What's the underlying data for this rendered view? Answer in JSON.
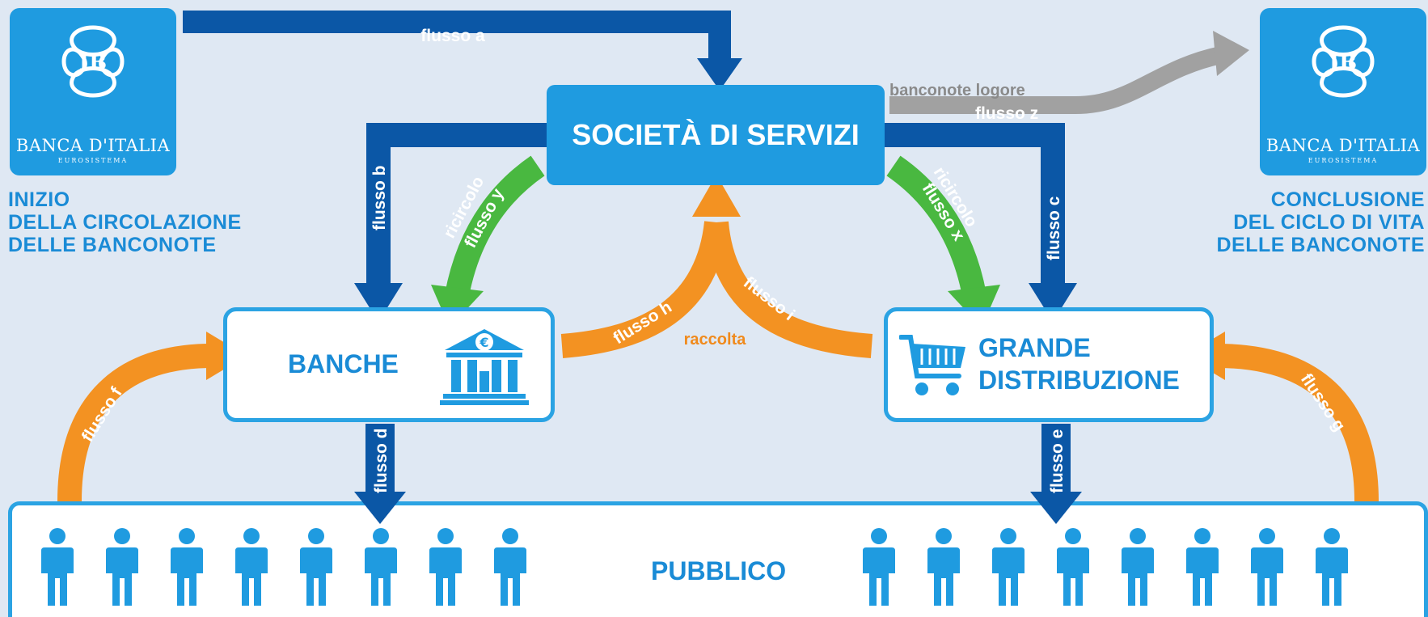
{
  "diagram": {
    "left_institution": {
      "name": "BANCA D'ITALIA",
      "subtitle": "EUROSISTEMA",
      "logo": "bank-of-italy-logo"
    },
    "right_institution": {
      "name": "BANCA D'ITALIA",
      "subtitle": "EUROSISTEMA",
      "logo": "bank-of-italy-logo"
    },
    "start_caption": [
      "INIZIO",
      "DELLA CIRCOLAZIONE",
      "DELLE BANCONOTE"
    ],
    "end_caption": [
      "CONCLUSIONE",
      "DEL CICLO DI VITA",
      "DELLE BANCONOTE"
    ],
    "nodes": {
      "servizi": "SOCIETÀ DI SERVIZI",
      "banche": "BANCHE",
      "grande_distribuzione": [
        "GRANDE",
        "DISTRIBUZIONE"
      ],
      "pubblico": "PUBBLICO"
    },
    "flows": {
      "a": "flusso a",
      "b": "flusso b",
      "c": "flusso c",
      "d": "flusso d",
      "e": "flusso e",
      "f": "flusso f",
      "g": "flusso g",
      "h": "flusso h",
      "i": "flusso i",
      "x_top": "ricircolo",
      "x": "flusso x",
      "y_top": "ricircolo",
      "y": "flusso y",
      "z_top": "banconote logore",
      "z": "flusso z",
      "raccolta": "raccolta"
    },
    "icons": {
      "bank": "bank-building-icon",
      "cart": "shopping-cart-icon",
      "person": "person-icon",
      "euro": "€"
    },
    "colors": {
      "blue": "#1f9be0",
      "dark_blue": "#0b57a6",
      "green": "#49b840",
      "orange": "#f39222",
      "gray": "#a1a1a1",
      "background": "#dfe8f3"
    }
  }
}
